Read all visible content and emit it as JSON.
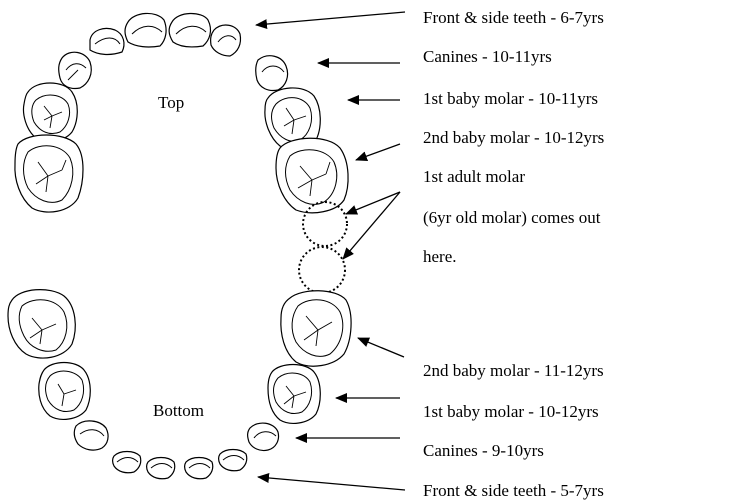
{
  "jaws": {
    "top_label": "Top",
    "bottom_label": "Bottom"
  },
  "top_notes": [
    "Front & side teeth  -  6-7yrs",
    "Canines  -  10-11yrs",
    "1st baby molar  -  10-11yrs",
    "2nd baby molar  -  10-12yrs"
  ],
  "adult_molar_note": [
    "1st adult molar",
    "(6yr old molar) comes out",
    "here."
  ],
  "bottom_notes": [
    "2nd baby molar  -  11-12yrs",
    "1st baby molar  -  10-12yrs",
    "Canines  -  9-10yrs",
    "Front & side teeth  -  5-7yrs"
  ],
  "colors": {
    "ink": "#000000",
    "background": "#ffffff"
  }
}
